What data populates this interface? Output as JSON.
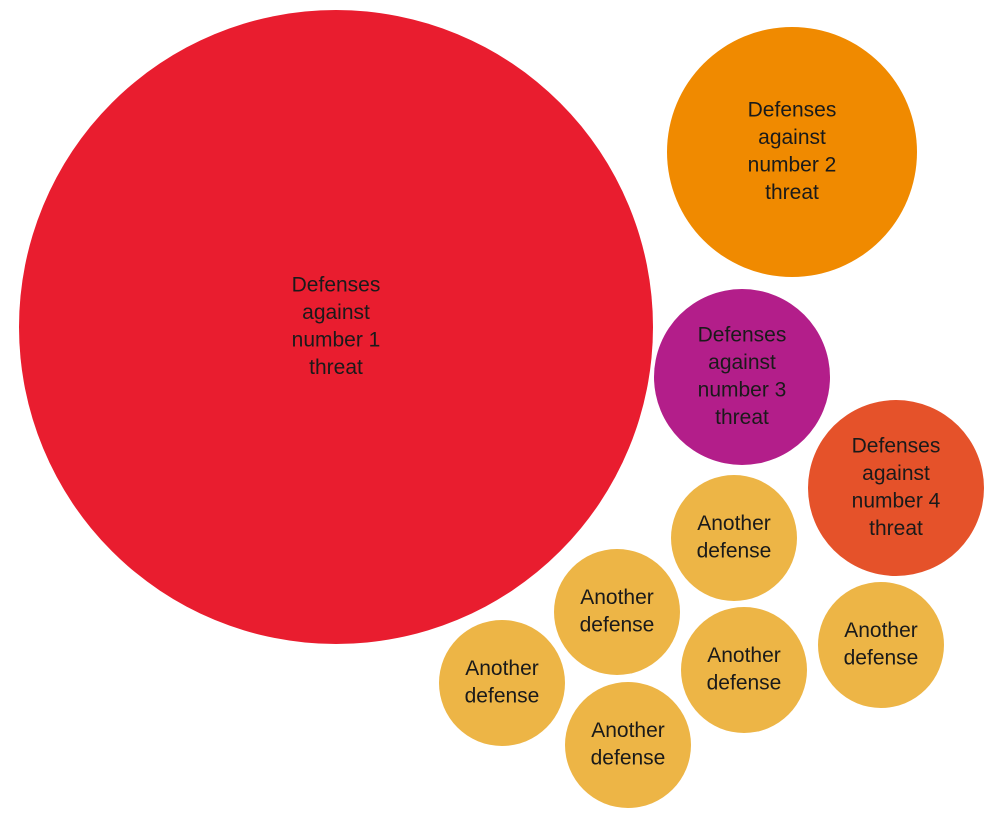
{
  "diagram": {
    "bubbles": [
      {
        "id": "threat-1",
        "lines": [
          "Defenses",
          "against",
          "number 1",
          "threat"
        ],
        "color": "#E91D2F"
      },
      {
        "id": "threat-2",
        "lines": [
          "Defenses",
          "against",
          "number 2",
          "threat"
        ],
        "color": "#F08A00"
      },
      {
        "id": "threat-3",
        "lines": [
          "Defenses",
          "against",
          "number 3",
          "threat"
        ],
        "color": "#B31E8A"
      },
      {
        "id": "threat-4",
        "lines": [
          "Defenses",
          "against",
          "number 4",
          "threat"
        ],
        "color": "#E5522A"
      },
      {
        "id": "another-1",
        "lines": [
          "Another",
          "defense"
        ],
        "color": "#EDB546"
      },
      {
        "id": "another-2",
        "lines": [
          "Another",
          "defense"
        ],
        "color": "#EDB546"
      },
      {
        "id": "another-3",
        "lines": [
          "Another",
          "defense"
        ],
        "color": "#EDB546"
      },
      {
        "id": "another-4",
        "lines": [
          "Another",
          "defense"
        ],
        "color": "#EDB546"
      },
      {
        "id": "another-5",
        "lines": [
          "Another",
          "defense"
        ],
        "color": "#EDB546"
      },
      {
        "id": "another-6",
        "lines": [
          "Another",
          "defense"
        ],
        "color": "#EDB546"
      }
    ]
  }
}
